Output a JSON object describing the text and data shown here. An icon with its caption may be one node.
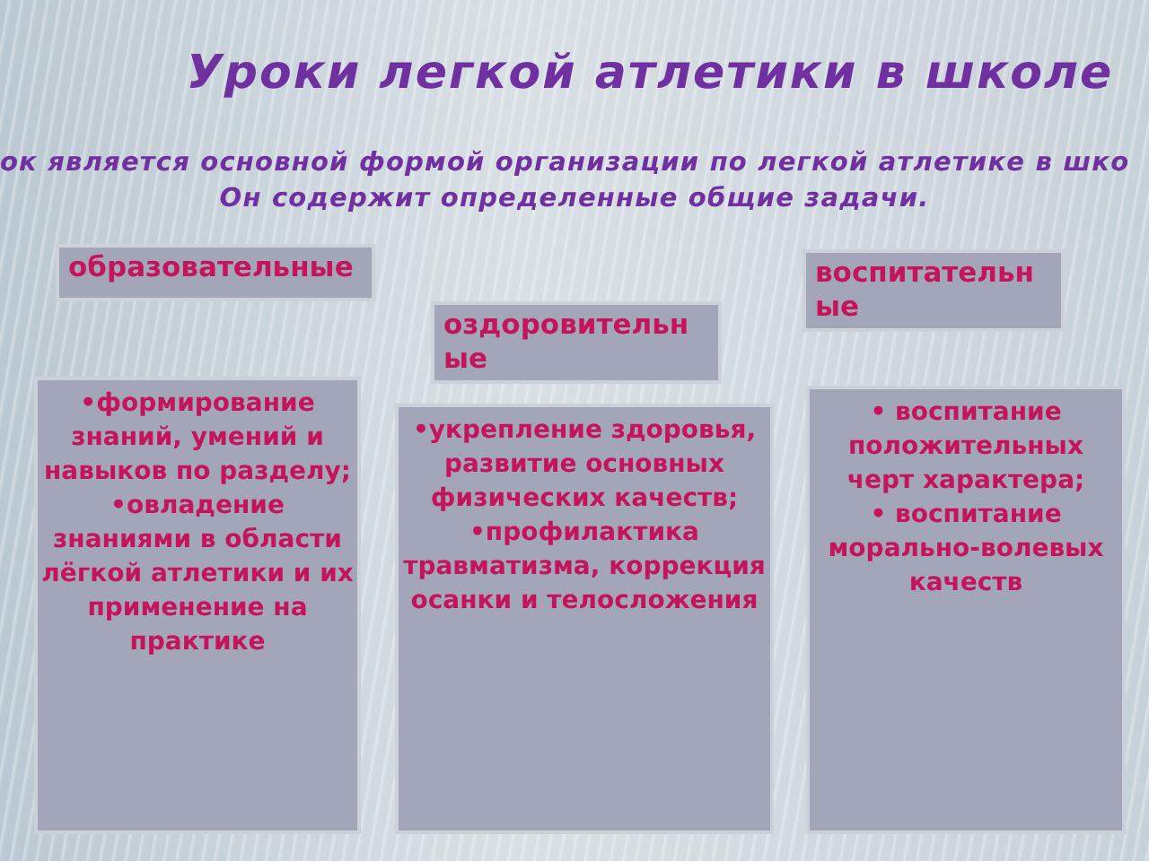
{
  "diagram": {
    "title": "Уроки легкой атлетики в школе",
    "nodes": [
      {
        "text": [
          "образовательные"
        ]
      },
      {
        "text": [
          "оздоровительные"
        ]
      },
      {
        "text": [
          "воспитательные"
        ]
      },
      {
        "text": [
          "•формирование знаний, умений и навыков по разделу;",
          "•овладение знаниями в области лёгкой атлетики и их применение на практике"
        ]
      },
      {
        "text": [
          "•укрепление здоровья, развитие основных физических качеств;",
          "•профилактика травматизма, коррекция осанки и телосложения"
        ]
      },
      {
        "text": [
          "• воспитание положительных черт характера;",
          "• воспитание морально-волевых качеств"
        ]
      }
    ],
    "labels": [
      "ок является основной формой организации по легкой атлетике в шко",
      "Он содержит определенные общие задачи."
    ]
  }
}
